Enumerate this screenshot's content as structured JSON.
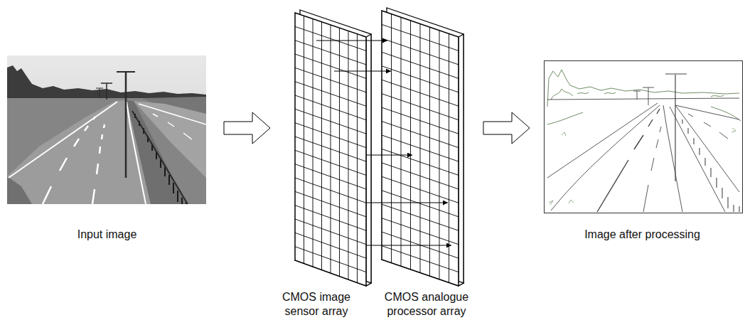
{
  "diagram": {
    "nodes": [
      {
        "text": [
          "Input image"
        ]
      },
      {
        "text": [
          "CMOS image sensor array"
        ]
      },
      {
        "text": [
          "CMOS analogue processor array"
        ]
      },
      {
        "text": [
          "Image after processing"
        ]
      }
    ],
    "edges": [
      {
        "from": 0,
        "to": 1,
        "arrow": "to"
      },
      {
        "from": 1,
        "to": 2,
        "arrow": "to"
      },
      {
        "from": 2,
        "to": 3,
        "arrow": "to"
      }
    ]
  }
}
